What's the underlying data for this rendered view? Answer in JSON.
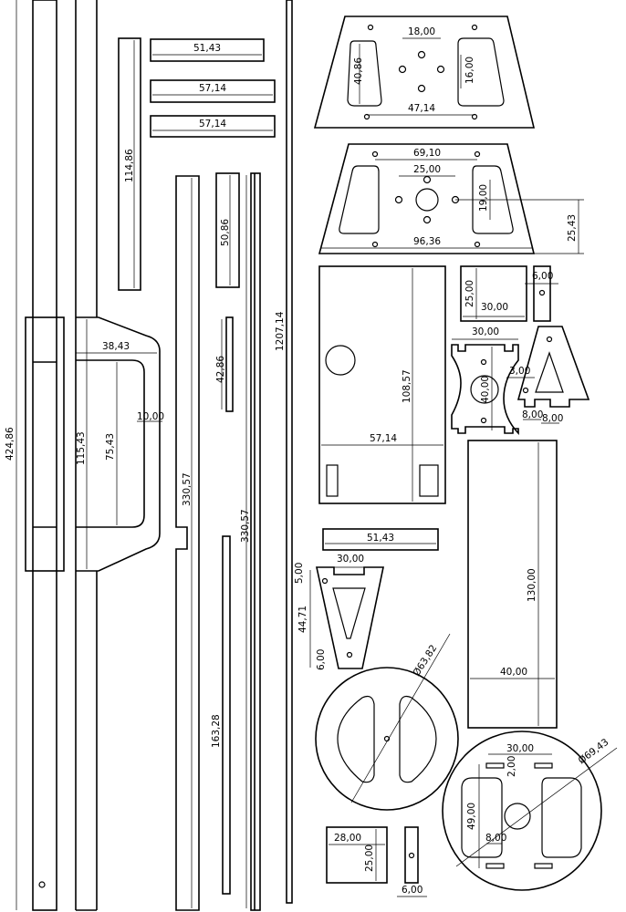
{
  "drawing": {
    "dims": [
      "424,86",
      "115,43",
      "38,43",
      "75,43",
      "10,00",
      "114,86",
      "51,43",
      "57,14",
      "57,14",
      "330,57",
      "50,86",
      "42,86",
      "330,57",
      "163,28",
      "1207,14",
      "18,00",
      "40,86",
      "16,00",
      "47,14",
      "69,10",
      "25,00",
      "19,00",
      "25,43",
      "96,36",
      "108,57",
      "57,14",
      "25,00",
      "30,00",
      "6,00",
      "30,00",
      "40,00",
      "3,00",
      "8,00",
      "8,00",
      "130,00",
      "40,00",
      "51,43",
      "30,00",
      "5,00",
      "44,71",
      "6,00",
      "Ø63,82",
      "30,00",
      "2,00",
      "Ø69,43",
      "49,00",
      "8,00",
      "28,00",
      "25,00",
      "6,00"
    ],
    "line_color": "#000000",
    "background": "#ffffff"
  }
}
